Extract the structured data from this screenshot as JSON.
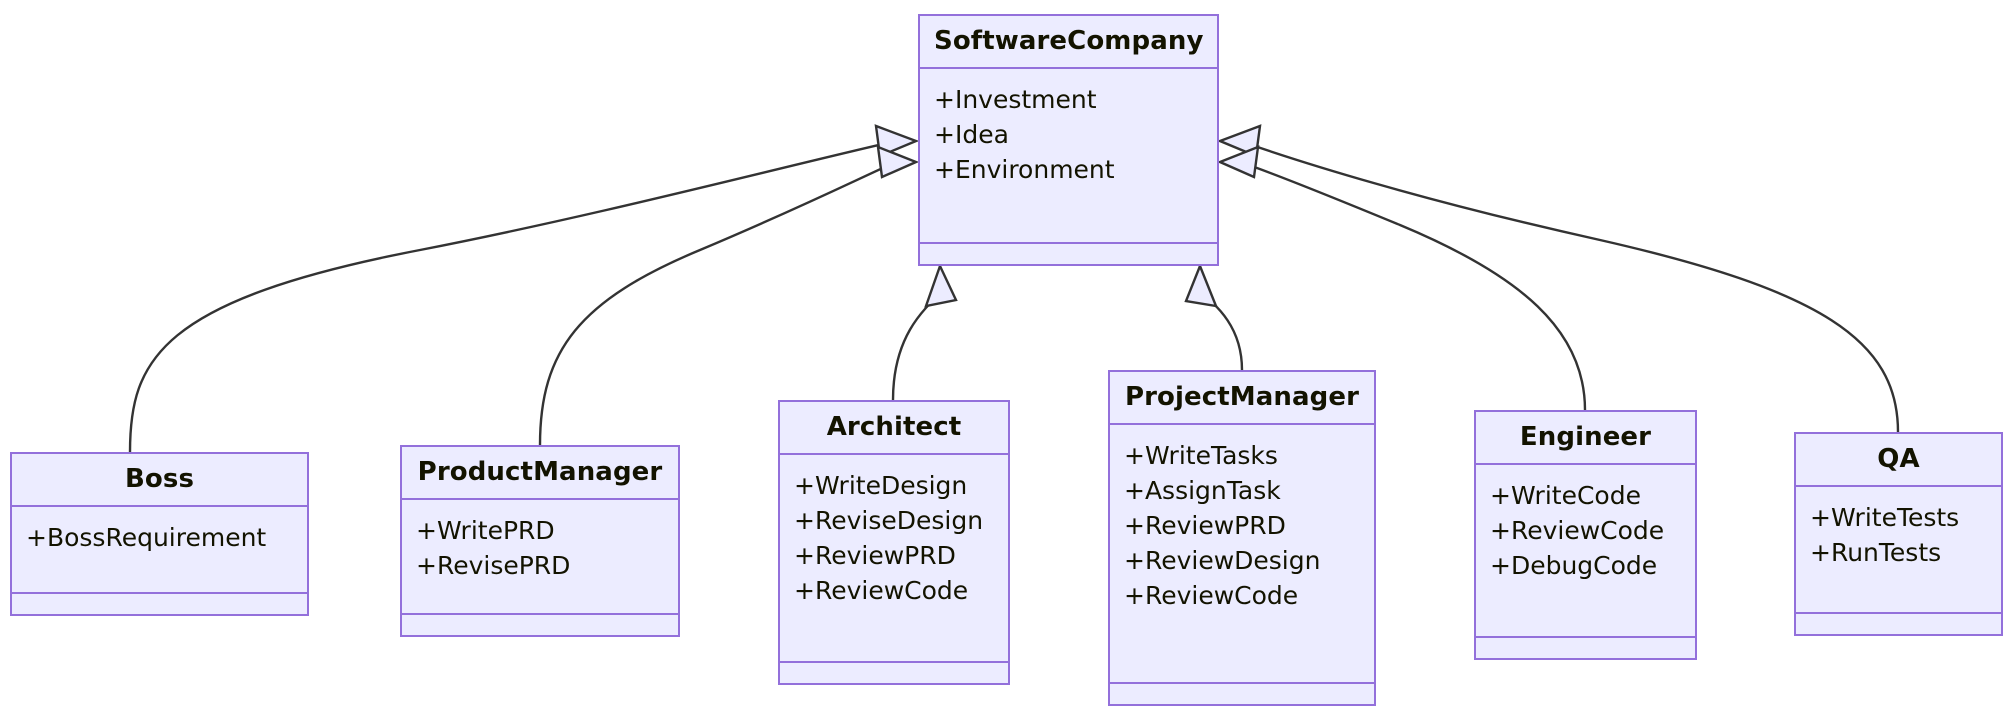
{
  "diagram": {
    "kind": "uml-class-diagram",
    "colors": {
      "node_fill": "#ECECFF",
      "node_border": "#9370DB",
      "text": "#131300",
      "edge_stroke": "#333333",
      "arrow_fill": "#ECECFF",
      "background": "#FFFFFF"
    }
  },
  "classes": {
    "software_company": {
      "name": "SoftwareCompany",
      "attributes": [
        "+Investment",
        "+Idea",
        "+Environment"
      ],
      "methods": []
    },
    "boss": {
      "name": "Boss",
      "attributes": [
        "+BossRequirement"
      ],
      "methods": []
    },
    "product_manager": {
      "name": "ProductManager",
      "attributes": [
        "+WritePRD",
        "+RevisePRD"
      ],
      "methods": []
    },
    "architect": {
      "name": "Architect",
      "attributes": [
        "+WriteDesign",
        "+ReviseDesign",
        "+ReviewPRD",
        "+ReviewCode"
      ],
      "methods": []
    },
    "project_manager": {
      "name": "ProjectManager",
      "attributes": [
        "+WriteTasks",
        "+AssignTask",
        "+ReviewPRD",
        "+ReviewDesign",
        "+ReviewCode"
      ],
      "methods": []
    },
    "engineer": {
      "name": "Engineer",
      "attributes": [
        "+WriteCode",
        "+ReviewCode",
        "+DebugCode"
      ],
      "methods": []
    },
    "qa": {
      "name": "QA",
      "attributes": [
        "+WriteTests",
        "+RunTests"
      ],
      "methods": []
    }
  },
  "relationships": [
    {
      "from": "Boss",
      "to": "SoftwareCompany",
      "type": "inheritance"
    },
    {
      "from": "ProductManager",
      "to": "SoftwareCompany",
      "type": "inheritance"
    },
    {
      "from": "Architect",
      "to": "SoftwareCompany",
      "type": "inheritance"
    },
    {
      "from": "ProjectManager",
      "to": "SoftwareCompany",
      "type": "inheritance"
    },
    {
      "from": "Engineer",
      "to": "SoftwareCompany",
      "type": "inheritance"
    },
    {
      "from": "QA",
      "to": "SoftwareCompany",
      "type": "inheritance"
    }
  ]
}
